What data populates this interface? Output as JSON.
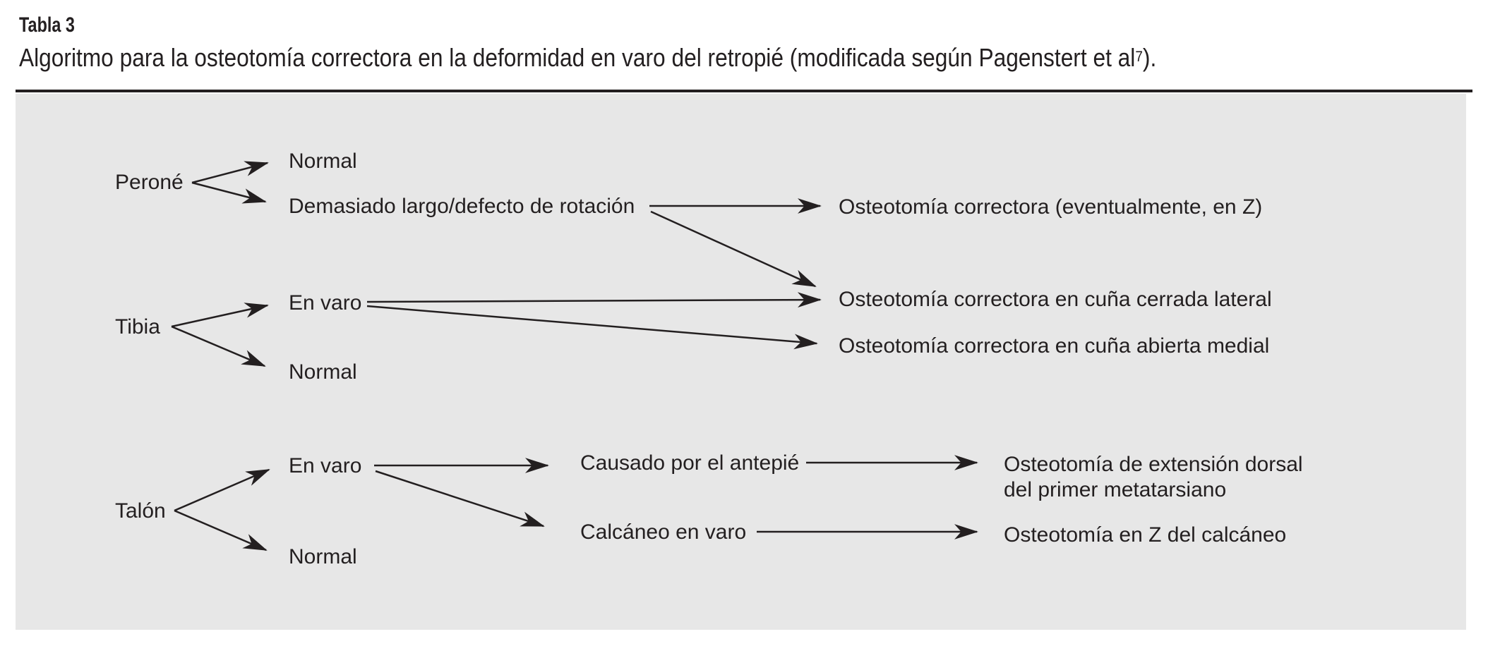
{
  "header": {
    "table_label": "Tabla 3",
    "caption": "Algoritmo para la osteotomía correctora en la deformidad en varo del retropié (modificada según Pagenstert et al",
    "caption_reference": "7",
    "caption_suffix": ")."
  },
  "colors": {
    "panel_background": "#e7e7e7",
    "ink": "#231f20"
  },
  "diagram": {
    "perone": {
      "root": "Peroné",
      "branch_normal": "Normal",
      "branch_abnormal": "Demasiado largo/defecto de rotación",
      "outcome": "Osteotomía correctora (eventualmente, en Z)"
    },
    "tibia": {
      "root": "Tibia",
      "branch_varus": "En varo",
      "branch_normal": "Normal",
      "outcome_lateral": "Osteotomía correctora en cuña cerrada lateral",
      "outcome_medial": "Osteotomía correctora en cuña abierta medial"
    },
    "talon": {
      "root": "Talón",
      "branch_varus": "En varo",
      "branch_normal": "Normal",
      "cause_forefoot": "Causado por el antepié",
      "cause_calcaneus": "Calcáneo en varo",
      "outcome_forefoot_line1": "Osteotomía de extensión dorsal",
      "outcome_forefoot_line2": "del primer metatarsiano",
      "outcome_calcaneus": "Osteotomía en Z del calcáneo"
    }
  }
}
